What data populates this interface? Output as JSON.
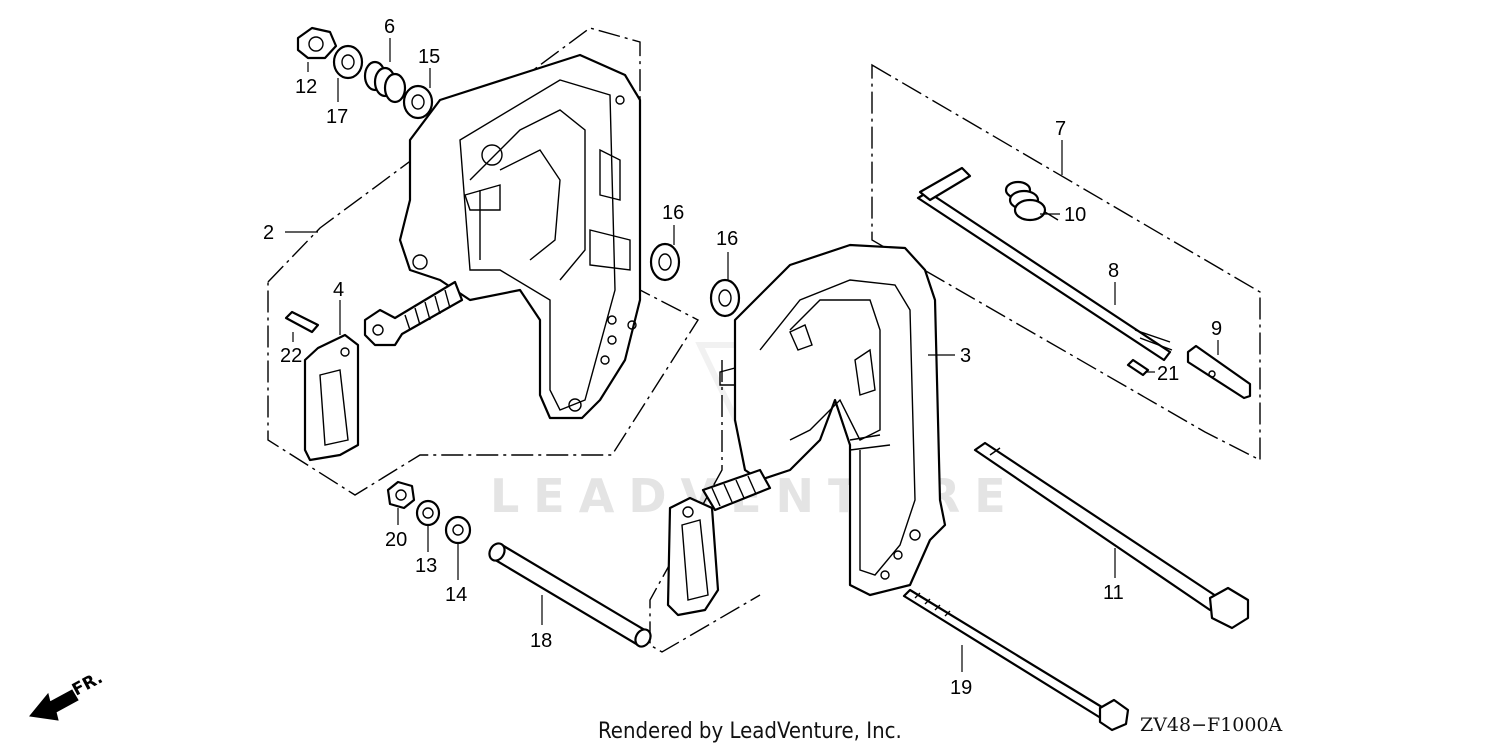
{
  "diagram": {
    "code": "ZV48−F1000A",
    "credit": "Rendered by LeadVenture, Inc.",
    "watermark": "LEADVENTURE",
    "direction_label": "FR.",
    "callouts": {
      "p2": "2",
      "p3": "3",
      "p4": "4",
      "p6": "6",
      "p7": "7",
      "p8": "8",
      "p9": "9",
      "p10": "10",
      "p11": "11",
      "p12": "12",
      "p13": "13",
      "p14": "14",
      "p15": "15",
      "p16a": "16",
      "p16b": "16",
      "p17": "17",
      "p18": "18",
      "p19": "19",
      "p20": "20",
      "p21": "21",
      "p22": "22"
    }
  }
}
